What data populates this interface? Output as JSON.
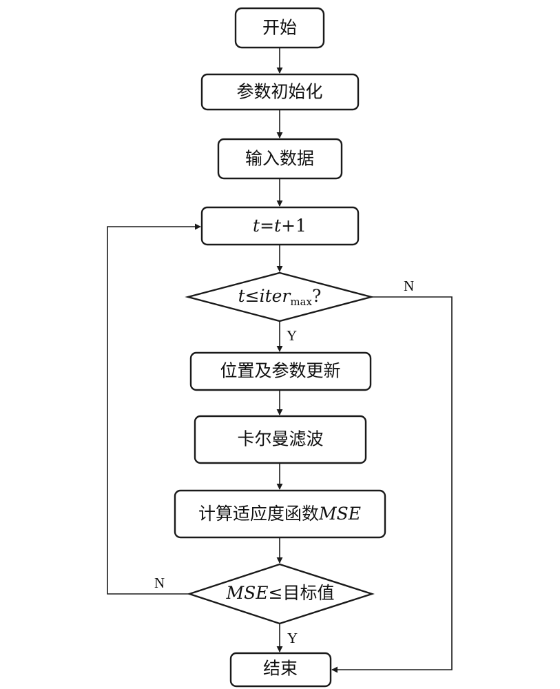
{
  "flowchart": {
    "start": "开始",
    "init_params": "参数初始化",
    "input_data": "输入数据",
    "increment": {
      "t1": "t",
      "eq": "=",
      "t2": "t",
      "plus_one": "+1"
    },
    "iter_check": {
      "t": "t",
      "le": "≤",
      "iter": "iter",
      "max": "max",
      "q": "?"
    },
    "update": "位置及参数更新",
    "kalman": "卡尔曼滤波",
    "fitness": {
      "prefix": "计算适应度函数",
      "mse": "MSE"
    },
    "mse_check": {
      "mse": "MSE",
      "rest": "≤目标值"
    },
    "end": "结束",
    "labels": {
      "no": "N",
      "yes": "Y"
    }
  }
}
